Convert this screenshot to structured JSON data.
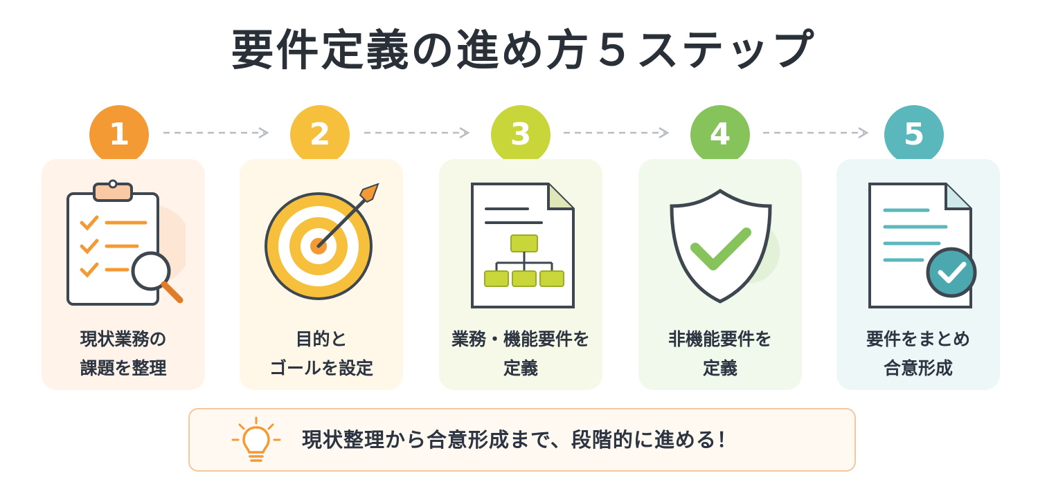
{
  "title": "要件定義の進め方５ステップ",
  "steps": [
    {
      "number": "1",
      "line1": "現状業務の",
      "line2": "課題を整理",
      "icon": "clipboard-checklist-magnifier-icon",
      "color": "#f49a34",
      "bg": "#fff3ea"
    },
    {
      "number": "2",
      "line1": "目的と",
      "line2": "ゴールを設定",
      "icon": "target-dart-icon",
      "color": "#f6c03d",
      "bg": "#fff8e8"
    },
    {
      "number": "3",
      "line1": "業務・機能要件を",
      "line2": "定義",
      "icon": "document-flowchart-icon",
      "color": "#c9d63a",
      "bg": "#f7f9e8"
    },
    {
      "number": "4",
      "line1": "非機能要件を",
      "line2": "定義",
      "icon": "shield-check-icon",
      "color": "#86c35a",
      "bg": "#f1f8ec"
    },
    {
      "number": "5",
      "line1": "要件をまとめ",
      "line2": "合意形成",
      "icon": "document-check-icon",
      "color": "#5ab8bd",
      "bg": "#edf7f8"
    }
  ],
  "note": {
    "text": "現状整理から合意形成まで、段階的に進める！",
    "icon": "lightbulb-icon",
    "accent": "#f49a34"
  }
}
